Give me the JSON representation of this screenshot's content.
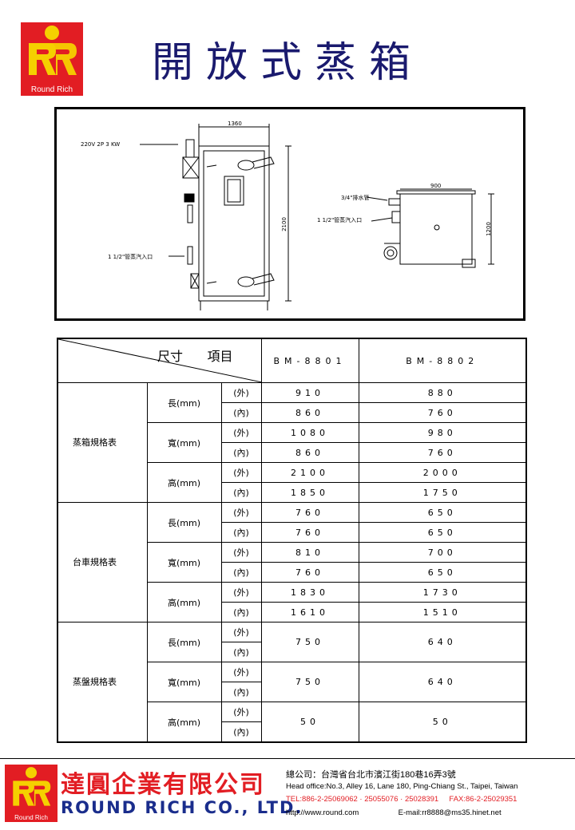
{
  "brand": {
    "logo_text": "Round Rich",
    "red": "#e21d23",
    "blue": "#1a2d8c"
  },
  "title": "開放式蒸箱",
  "drawing": {
    "labels": {
      "power": "220V 2P 3 KW",
      "width_dim": "1360",
      "height_dim": "2100",
      "steam_inlet_front": "1 1/2\"管蒸汽入口",
      "drain": "3/4\"排水管",
      "steam_inlet_side": "1 1/2\"管蒸汽入口",
      "side_width_dim": "900",
      "side_height_dim": "1200"
    }
  },
  "table": {
    "header": {
      "size": "尺寸",
      "item": "項目"
    },
    "models": [
      "BM-8801",
      "BM-8802"
    ],
    "groups": [
      {
        "name": "蒸箱規格表",
        "dims": [
          {
            "label": "長(mm)",
            "rows": [
              {
                "io": "(外)",
                "v1": "910",
                "v2": "880"
              },
              {
                "io": "(內)",
                "v1": "860",
                "v2": "760"
              }
            ]
          },
          {
            "label": "寬(mm)",
            "rows": [
              {
                "io": "(外)",
                "v1": "1080",
                "v2": "980"
              },
              {
                "io": "(內)",
                "v1": "860",
                "v2": "760"
              }
            ]
          },
          {
            "label": "高(mm)",
            "rows": [
              {
                "io": "(外)",
                "v1": "2100",
                "v2": "2000"
              },
              {
                "io": "(內)",
                "v1": "1850",
                "v2": "1750"
              }
            ]
          }
        ]
      },
      {
        "name": "台車規格表",
        "dims": [
          {
            "label": "長(mm)",
            "rows": [
              {
                "io": "(外)",
                "v1": "760",
                "v2": "650"
              },
              {
                "io": "(內)",
                "v1": "760",
                "v2": "650"
              }
            ]
          },
          {
            "label": "寬(mm)",
            "rows": [
              {
                "io": "(外)",
                "v1": "810",
                "v2": "700"
              },
              {
                "io": "(內)",
                "v1": "760",
                "v2": "650"
              }
            ]
          },
          {
            "label": "高(mm)",
            "rows": [
              {
                "io": "(外)",
                "v1": "1830",
                "v2": "1730"
              },
              {
                "io": "(內)",
                "v1": "1610",
                "v2": "1510"
              }
            ]
          }
        ]
      },
      {
        "name": "蒸盤規格表",
        "dims": [
          {
            "label": "長(mm)",
            "io": [
              "(外)",
              "(內)"
            ],
            "v1": "750",
            "v2": "640"
          },
          {
            "label": "寬(mm)",
            "io": [
              "(外)",
              "(內)"
            ],
            "v1": "750",
            "v2": "640"
          },
          {
            "label": "高(mm)",
            "io": [
              "(外)",
              "(內)"
            ],
            "v1": "50",
            "v2": "50"
          }
        ]
      }
    ]
  },
  "footer": {
    "company_zh": "達圓企業有限公司",
    "company_en": "ROUND RICH CO., LTD.",
    "address_zh": "總公司：台灣省台北市濱江街180巷16弄3號",
    "address_en": "Head office:No.3, Alley 16, Lane 180, Ping-Chiang St., Taipei, Taiwan",
    "tel": "TEL:886-2-25069062 · 25055076 · 25028391",
    "fax": "FAX:86-2-25029351",
    "url": "http://www.round.com",
    "email": "E-mail:rr8888@ms35.hinet.net"
  }
}
